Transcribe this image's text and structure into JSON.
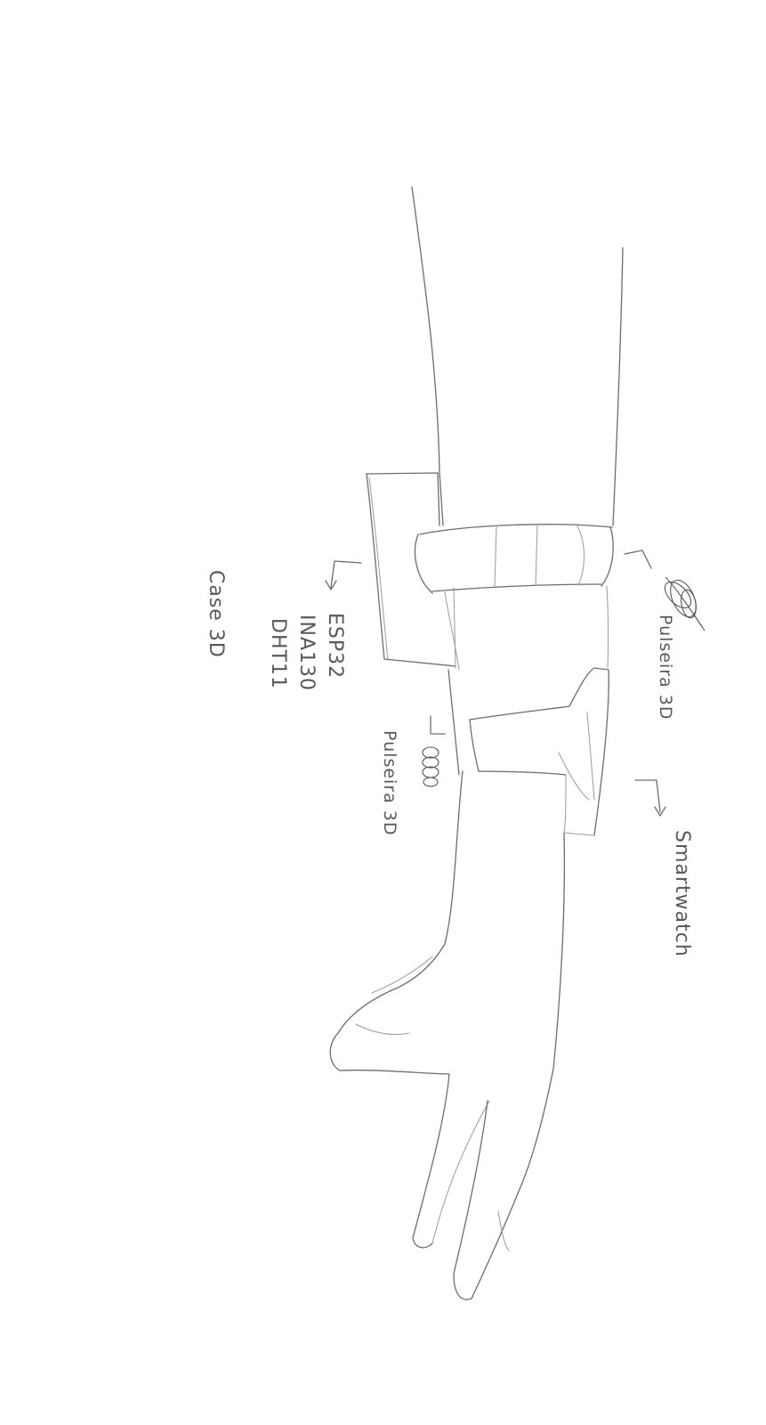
{
  "labels": {
    "bracelet_top": "Pulseira 3D",
    "bracelet_bottom": "Pulseira 3D",
    "case_line1": "ESP32",
    "case_line2": "INA130",
    "case_line3": "DHT11",
    "case_line4": "Case 3D",
    "smartwatch": "Smartwatch"
  },
  "colors": {
    "paper": "#ffffff",
    "pencil": "#6d6d6d"
  }
}
